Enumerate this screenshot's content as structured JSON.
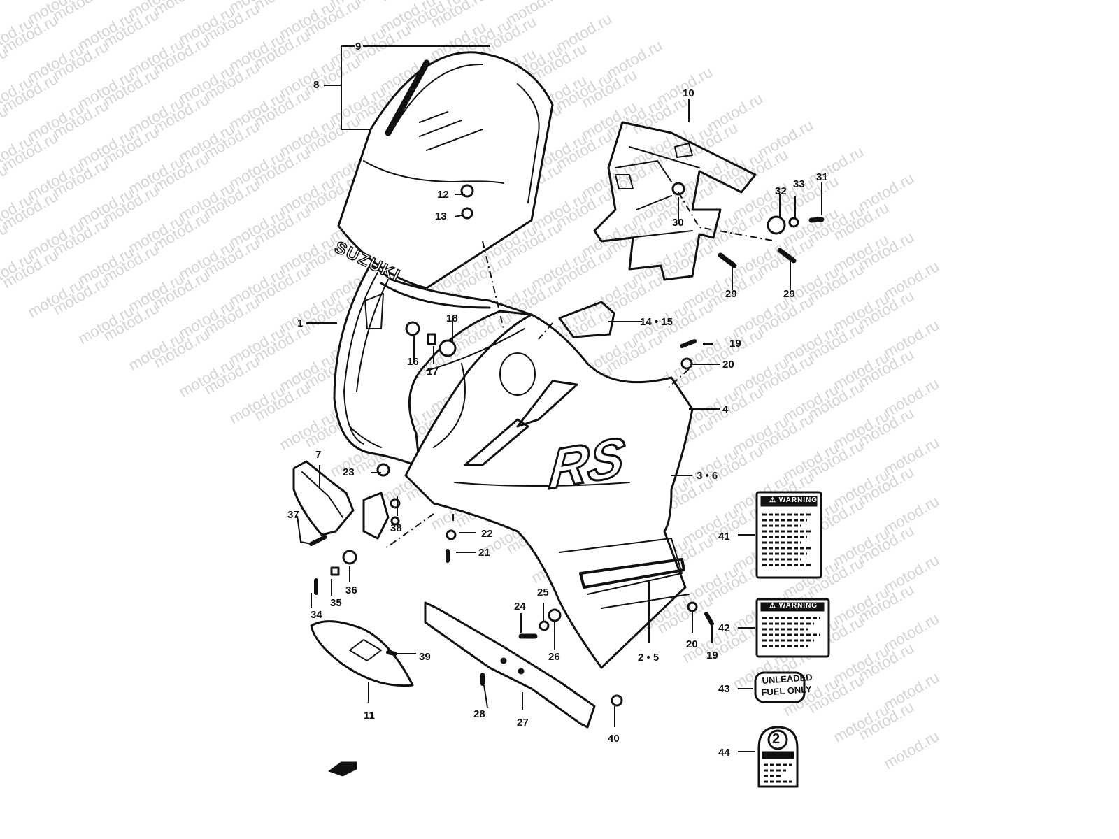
{
  "watermark": {
    "text": "motod.ru"
  },
  "logos": {
    "brand": "SUZUKI",
    "model": "RS"
  },
  "labels": {
    "fuel_label_line1": "UNLEADED",
    "fuel_label_line2": "FUEL ONLY",
    "warning_heading_1": "⚠ WARNING",
    "warning_heading_2": "⚠ WARNING",
    "seat_number": "2"
  },
  "callouts": [
    {
      "id": "1",
      "text": "1"
    },
    {
      "id": "2-5",
      "text": "2 • 5"
    },
    {
      "id": "3-6",
      "text": "3 • 6"
    },
    {
      "id": "4",
      "text": "4"
    },
    {
      "id": "7",
      "text": "7"
    },
    {
      "id": "8",
      "text": "8"
    },
    {
      "id": "9",
      "text": "9"
    },
    {
      "id": "10",
      "text": "10"
    },
    {
      "id": "11",
      "text": "11"
    },
    {
      "id": "12",
      "text": "12"
    },
    {
      "id": "13",
      "text": "13"
    },
    {
      "id": "14-15",
      "text": "14 • 15"
    },
    {
      "id": "16",
      "text": "16"
    },
    {
      "id": "17",
      "text": "17"
    },
    {
      "id": "18",
      "text": "18"
    },
    {
      "id": "19a",
      "text": "19"
    },
    {
      "id": "19b",
      "text": "19"
    },
    {
      "id": "20a",
      "text": "20"
    },
    {
      "id": "20b",
      "text": "20"
    },
    {
      "id": "21",
      "text": "21"
    },
    {
      "id": "22",
      "text": "22"
    },
    {
      "id": "23",
      "text": "23"
    },
    {
      "id": "24",
      "text": "24"
    },
    {
      "id": "25",
      "text": "25"
    },
    {
      "id": "26",
      "text": "26"
    },
    {
      "id": "27",
      "text": "27"
    },
    {
      "id": "28",
      "text": "28"
    },
    {
      "id": "29a",
      "text": "29"
    },
    {
      "id": "29b",
      "text": "29"
    },
    {
      "id": "30",
      "text": "30"
    },
    {
      "id": "31",
      "text": "31"
    },
    {
      "id": "32",
      "text": "32"
    },
    {
      "id": "33",
      "text": "33"
    },
    {
      "id": "34",
      "text": "34"
    },
    {
      "id": "35",
      "text": "35"
    },
    {
      "id": "36",
      "text": "36"
    },
    {
      "id": "37",
      "text": "37"
    },
    {
      "id": "38",
      "text": "38"
    },
    {
      "id": "39",
      "text": "39"
    },
    {
      "id": "40",
      "text": "40"
    },
    {
      "id": "41",
      "text": "41"
    },
    {
      "id": "42",
      "text": "42"
    },
    {
      "id": "43",
      "text": "43"
    },
    {
      "id": "44",
      "text": "44"
    }
  ]
}
